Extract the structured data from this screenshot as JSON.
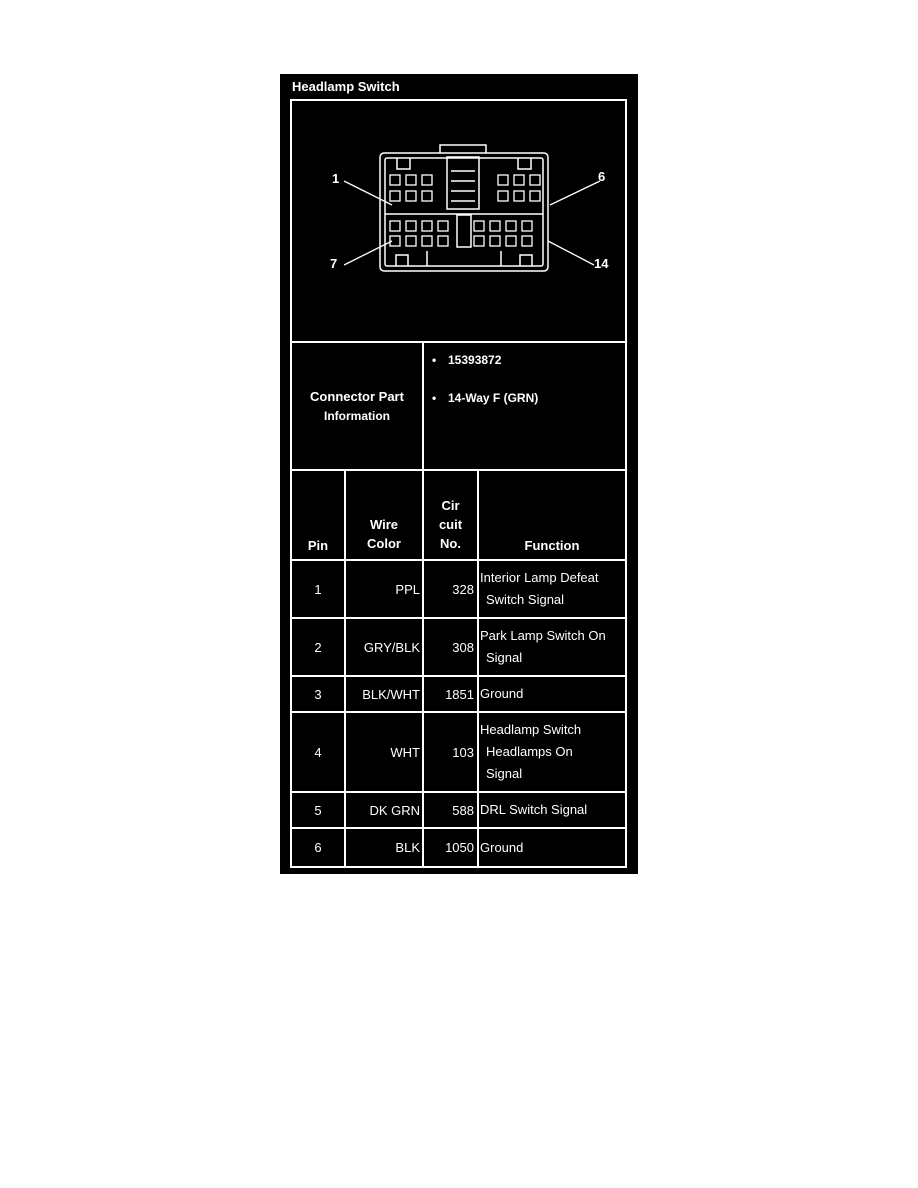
{
  "title": "Headlamp Switch",
  "diagram": {
    "labels": {
      "pin1": "1",
      "pin6": "6",
      "pin7": "7",
      "pin14": "14"
    }
  },
  "connector_info": {
    "title": "Connector Part",
    "subtitle": "Information",
    "bullets": [
      "15393872",
      "14-Way F (GRN)"
    ],
    "bullet_symbol": "•"
  },
  "table": {
    "headers": {
      "pin": "Pin",
      "wire_line1": "Wire",
      "wire_line2": "Color",
      "circ_line1": "Cir",
      "circ_line2": "cuit",
      "circ_line3": "No.",
      "function": "Function"
    },
    "rows": [
      {
        "pin": "1",
        "wire": "PPL",
        "circuit": "328",
        "function": [
          "Interior Lamp Defeat",
          "Switch Signal"
        ]
      },
      {
        "pin": "2",
        "wire": "GRY/BLK",
        "circuit": "308",
        "function": [
          "Park Lamp Switch On",
          "Signal"
        ]
      },
      {
        "pin": "3",
        "wire": "BLK/WHT",
        "circuit": "1851",
        "function": [
          "Ground"
        ]
      },
      {
        "pin": "4",
        "wire": "WHT",
        "circuit": "103",
        "function": [
          "Headlamp Switch",
          "Headlamps On",
          "Signal"
        ]
      },
      {
        "pin": "5",
        "wire": "DK GRN",
        "circuit": "588",
        "function": [
          "DRL Switch Signal"
        ]
      },
      {
        "pin": "6",
        "wire": "BLK",
        "circuit": "1050",
        "function": [
          "Ground"
        ]
      }
    ]
  },
  "colors": {
    "background": "#000000",
    "foreground": "#ffffff",
    "page": "#ffffff"
  }
}
